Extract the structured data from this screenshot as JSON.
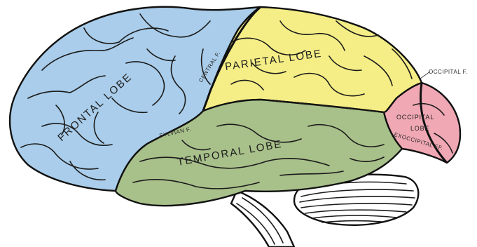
{
  "diagram": {
    "colors": {
      "frontal": "#a9cdea",
      "parietal": "#f5ee86",
      "temporal": "#a8c08a",
      "occipital": "#f0a8b4",
      "cerebellum": "#ffffff",
      "outline": "#111111"
    },
    "labels": {
      "frontal_lobe": "FRONTAL LOBE",
      "parietal_lobe": "PARIETAL LOBE",
      "temporal_lobe": "TEMPORAL LOBE",
      "occipital_lobe_line1": "OCCIPITAL",
      "occipital_lobe_line2": "LOBE",
      "central_fissure": "CENTRAL F.",
      "sylvian_fissure": "SYLVIAN F.",
      "occipital_fissure": "OCCIPITAL F.",
      "exoccipital_fissure": "EXOCCIPITAL FF."
    }
  }
}
